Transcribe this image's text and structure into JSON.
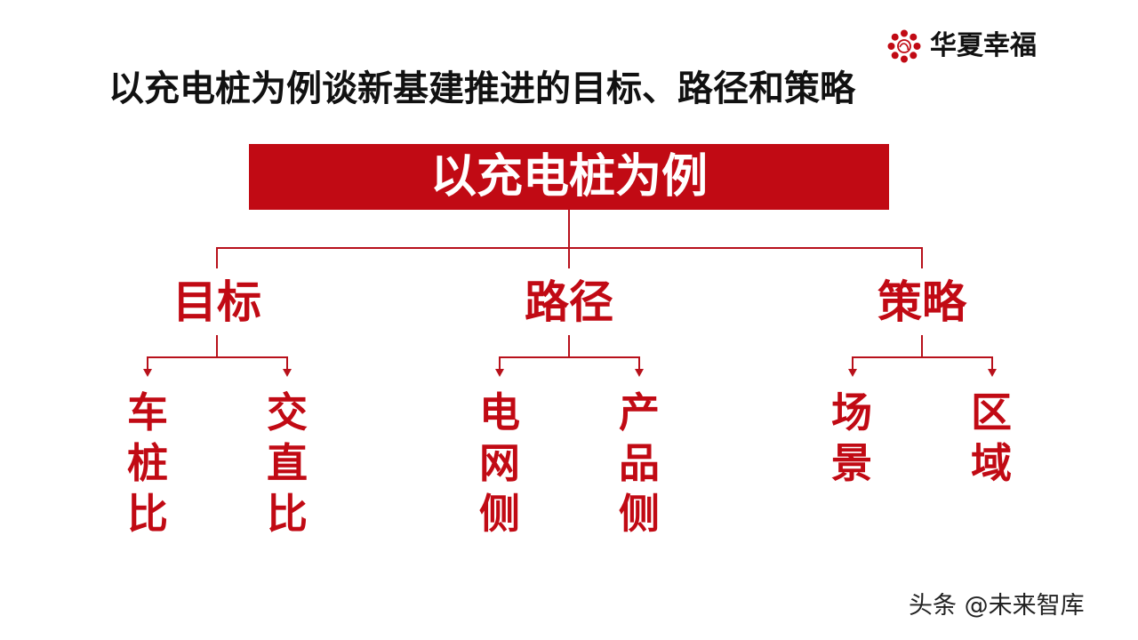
{
  "header": {
    "title": "以充电桩为例谈新基建推进的目标、路径和策略",
    "logo_icon": "flower-dots-logo-icon",
    "brand": "华夏幸福"
  },
  "root": {
    "label": "以充电桩为例",
    "color": "#c10a14"
  },
  "branches": [
    {
      "heading": "目标",
      "children": [
        "车桩比",
        "交直比"
      ]
    },
    {
      "heading": "路径",
      "children": [
        "电网侧",
        "产品侧"
      ]
    },
    {
      "heading": "策略",
      "children": [
        "场景",
        "区域"
      ]
    }
  ],
  "footer": {
    "watermark": "头条 @未来智库"
  },
  "colors": {
    "accent_red": "#c10a14",
    "line_red": "#b8111b",
    "title_text": "#111111"
  }
}
